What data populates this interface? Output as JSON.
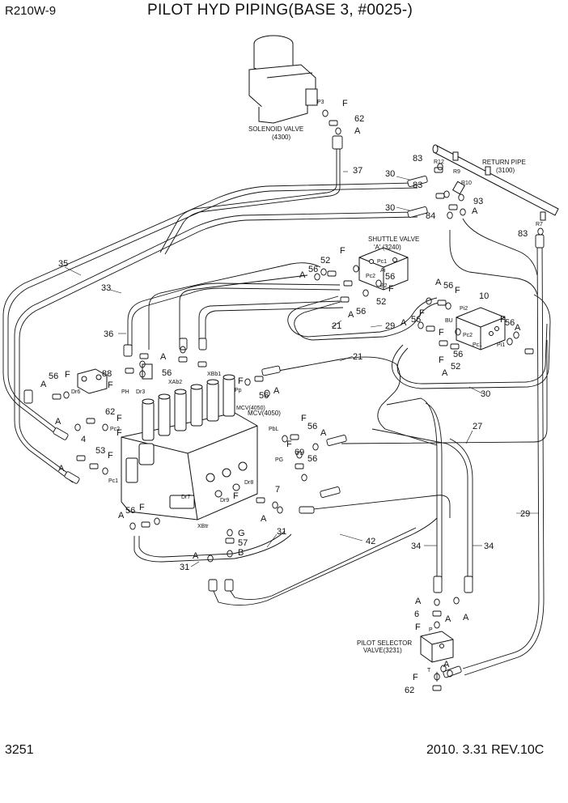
{
  "header": {
    "model": "R210W-9",
    "title": "PILOT HYD PIPING(BASE 3, #0025-)"
  },
  "footer": {
    "page": "3251",
    "revision": "2010. 3.31  REV.10C"
  },
  "components": {
    "solenoid_valve": {
      "name": "SOLENOID VALVE",
      "code": "(4300)"
    },
    "return_pipe": {
      "name": "RETURN PIPE",
      "code": "(3100)"
    },
    "shuttle_valve": {
      "name": "SHUTTLE VALVE",
      "sub": "'A' (3240)"
    },
    "mcv": {
      "name": "MCV(4050)"
    },
    "pilot_selector": {
      "name": "PILOT SELECTOR",
      "sub": "VALVE(3231)"
    }
  },
  "callouts": [
    {
      "t": "F"
    },
    {
      "t": "62"
    },
    {
      "t": "A"
    },
    {
      "t": "P3"
    },
    {
      "t": "37"
    },
    {
      "t": "83"
    },
    {
      "t": "R12"
    },
    {
      "t": "30"
    },
    {
      "t": "R9"
    },
    {
      "t": "R10"
    },
    {
      "t": "83"
    },
    {
      "t": "93"
    },
    {
      "t": "30"
    },
    {
      "t": "84"
    },
    {
      "t": "A"
    },
    {
      "t": "R7"
    },
    {
      "t": "83"
    },
    {
      "t": "35"
    },
    {
      "t": "33"
    },
    {
      "t": "F"
    },
    {
      "t": "52"
    },
    {
      "t": "A"
    },
    {
      "t": "56"
    },
    {
      "t": "56"
    },
    {
      "t": "F"
    },
    {
      "t": "A"
    },
    {
      "t": "56"
    },
    {
      "t": "52"
    },
    {
      "t": "21"
    },
    {
      "t": "29"
    },
    {
      "t": "Pc1"
    },
    {
      "t": "Ai"
    },
    {
      "t": "Pc2"
    },
    {
      "t": "B2"
    },
    {
      "t": "A"
    },
    {
      "t": "56"
    },
    {
      "t": "F"
    },
    {
      "t": "10"
    },
    {
      "t": "Pi2"
    },
    {
      "t": "A"
    },
    {
      "t": "56"
    },
    {
      "t": "F"
    },
    {
      "t": "F"
    },
    {
      "t": "56"
    },
    {
      "t": "A"
    },
    {
      "t": "BU"
    },
    {
      "t": "Pc2"
    },
    {
      "t": "Pc1"
    },
    {
      "t": "Pi1"
    },
    {
      "t": "F"
    },
    {
      "t": "F"
    },
    {
      "t": "52"
    },
    {
      "t": "56"
    },
    {
      "t": "A"
    },
    {
      "t": "36"
    },
    {
      "t": "A"
    },
    {
      "t": "88"
    },
    {
      "t": "F"
    },
    {
      "t": "56"
    },
    {
      "t": "21"
    },
    {
      "t": "56"
    },
    {
      "t": "A"
    },
    {
      "t": "F"
    },
    {
      "t": "Dr6"
    },
    {
      "t": "PH"
    },
    {
      "t": "Dr3"
    },
    {
      "t": "XAb2"
    },
    {
      "t": "XBb1"
    },
    {
      "t": "Pp"
    },
    {
      "t": "F"
    },
    {
      "t": "56"
    },
    {
      "t": "A"
    },
    {
      "t": "30"
    },
    {
      "t": "27"
    },
    {
      "t": "MCV(4050)"
    },
    {
      "t": "A"
    },
    {
      "t": "62"
    },
    {
      "t": "F"
    },
    {
      "t": "F"
    },
    {
      "t": "Pc2"
    },
    {
      "t": "4"
    },
    {
      "t": "A"
    },
    {
      "t": "53"
    },
    {
      "t": "F"
    },
    {
      "t": "Pc1"
    },
    {
      "t": "PbL"
    },
    {
      "t": "F"
    },
    {
      "t": "56"
    },
    {
      "t": "A"
    },
    {
      "t": "PG"
    },
    {
      "t": "F"
    },
    {
      "t": "69"
    },
    {
      "t": "56"
    },
    {
      "t": "7"
    },
    {
      "t": "A"
    },
    {
      "t": "56"
    },
    {
      "t": "F"
    },
    {
      "t": "Dr7"
    },
    {
      "t": "Dr9"
    },
    {
      "t": "Dr8"
    },
    {
      "t": "XBtr"
    },
    {
      "t": "F"
    },
    {
      "t": "A"
    },
    {
      "t": "G"
    },
    {
      "t": "57"
    },
    {
      "t": "B"
    },
    {
      "t": "31"
    },
    {
      "t": "A"
    },
    {
      "t": "31"
    },
    {
      "t": "42"
    },
    {
      "t": "34"
    },
    {
      "t": "34"
    },
    {
      "t": "29"
    },
    {
      "t": "A"
    },
    {
      "t": "6"
    },
    {
      "t": "F"
    },
    {
      "t": "A"
    },
    {
      "t": "T"
    },
    {
      "t": "A"
    },
    {
      "t": "F"
    },
    {
      "t": "62"
    },
    {
      "t": "A"
    },
    {
      "t": "P"
    }
  ]
}
